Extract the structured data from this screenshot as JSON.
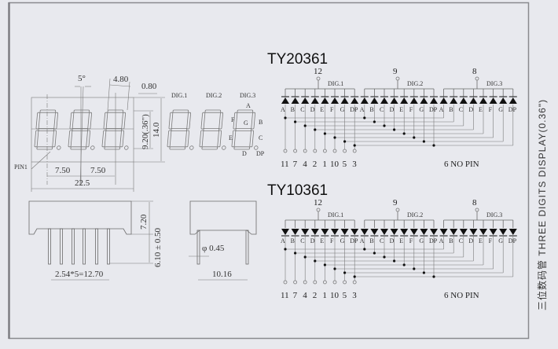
{
  "side_title": "三位数码管 THREE DIGITS DISPLAY(0.36\")",
  "front_view": {
    "angle": "5°",
    "seg_width": "4.80",
    "dp_offset": "0.80",
    "char_height": "9.20(.36\")",
    "height": "14.0",
    "pitch1": "7.50",
    "pitch2": "7.50",
    "width": "22.5",
    "pin1_label": "PIN1"
  },
  "digit_view": {
    "digit_labels": [
      "DIG.1",
      "DIG.2",
      "DIG.3"
    ],
    "segment_labels": {
      "a": "A",
      "b": "B",
      "c": "C",
      "d": "D",
      "e": "E",
      "f": "F",
      "g": "G",
      "dp": "DP"
    }
  },
  "side_view": {
    "body_height": "7.20",
    "pin_length": "6.10 ± 0.50",
    "pin_pitch": "2.54*5=12.70",
    "pin_diameter": "φ 0.45",
    "row_spacing": "10.16"
  },
  "schematics": [
    {
      "model": "TY20361",
      "diode_direction": "up",
      "common_pins": [
        "12",
        "9",
        "8"
      ],
      "digit_labels": [
        "DIG.1",
        "DIG.2",
        "DIG.3"
      ],
      "segments": [
        "A",
        "B",
        "C",
        "D",
        "E",
        "F",
        "G",
        "DP"
      ],
      "segment_pins": [
        "11",
        "7",
        "4",
        "2",
        "1",
        "10",
        "5",
        "3"
      ],
      "note": "6  NO  PIN"
    },
    {
      "model": "TY10361",
      "diode_direction": "down",
      "common_pins": [
        "12",
        "9",
        "8"
      ],
      "digit_labels": [
        "DIG.1",
        "DIG.2",
        "DIG.3"
      ],
      "segments": [
        "A",
        "B",
        "C",
        "D",
        "E",
        "F",
        "G",
        "DP"
      ],
      "segment_pins": [
        "11",
        "7",
        "4",
        "2",
        "1",
        "10",
        "5",
        "3"
      ],
      "note": "6  NO  PIN"
    }
  ]
}
